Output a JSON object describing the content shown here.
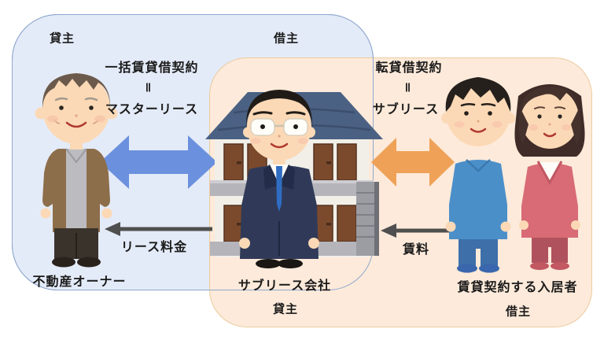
{
  "roles": {
    "owner_top": "貸主",
    "company_top": "借主",
    "company_bottom": "貸主",
    "tenants_bottom": "借主"
  },
  "master_lease": {
    "line1": "一括賃貸借契約",
    "equals": "‖",
    "line2": "マスターリース",
    "payment": "リース料金"
  },
  "sublease": {
    "line1": "転貸借契約",
    "equals": "‖",
    "line2": "サブリース",
    "payment": "賃料"
  },
  "captions": {
    "owner": "不動産オーナー",
    "company": "サブリース会社",
    "tenants": "賃貸契約する入居者"
  },
  "figures": {
    "owner": "elderly-man",
    "company": "businessman-in-front-of-apartment-building",
    "tenants": "young-couple"
  },
  "arrows": {
    "master_lease": {
      "style": "double-headed",
      "color": "#6b91de"
    },
    "sublease": {
      "style": "double-headed",
      "color": "#efa257"
    },
    "lease_fee": {
      "style": "left-pointing",
      "color": "#4f4f4f"
    },
    "rent": {
      "style": "left-pointing",
      "color": "#4f4f4f"
    }
  },
  "colors": {
    "master_lease_panel_bg": "#e4ebf8",
    "master_lease_panel_border": "#8fa8cf",
    "sublease_panel_bg": "#fdeada",
    "sublease_panel_border": "#eccb9e",
    "text": "#1a1a1a"
  }
}
